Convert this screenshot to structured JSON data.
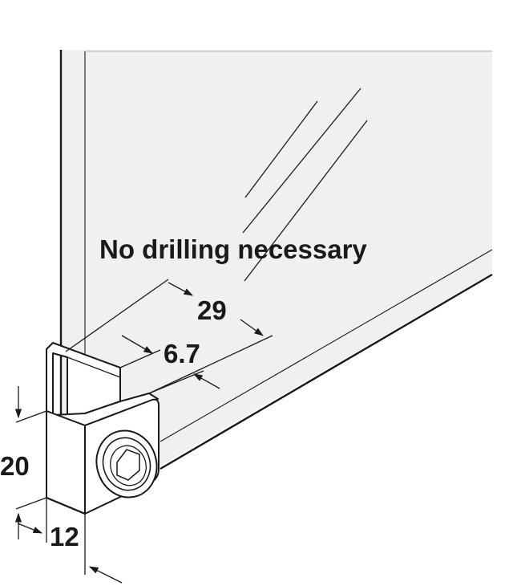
{
  "diagram": {
    "caption": "No drilling necessary",
    "dimensions": {
      "depth_overall": "29",
      "glass_slot": "6.7",
      "height": "20",
      "width": "12"
    },
    "colors": {
      "glass": "#eef0f1",
      "line": "#1a1a1a",
      "clamp": "#ffffff"
    }
  }
}
